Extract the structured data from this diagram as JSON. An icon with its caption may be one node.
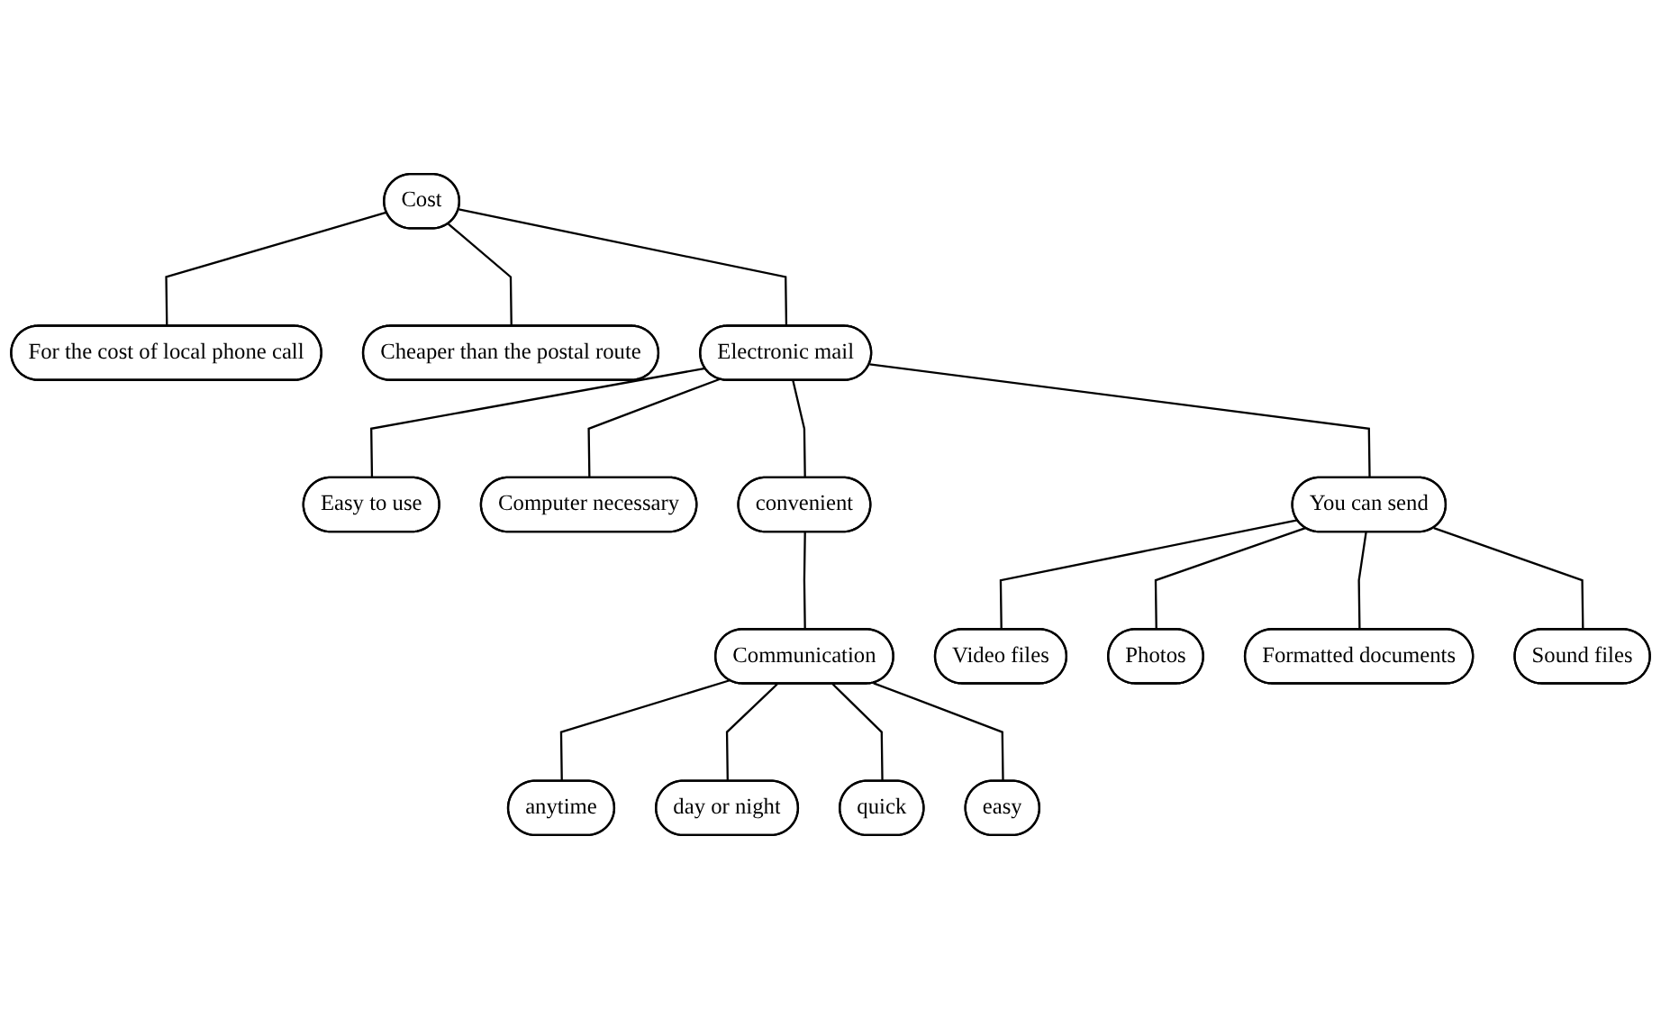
{
  "diagram": {
    "nodes": [
      {
        "text": [
          "For the cost of local phone call"
        ]
      },
      {
        "text": [
          "Cheaper than the postal route"
        ]
      },
      {
        "text": [
          "Cost"
        ]
      },
      {
        "text": [
          "Electronic mail"
        ]
      },
      {
        "text": [
          "Easy to use"
        ]
      },
      {
        "text": [
          "Computer necessary"
        ]
      },
      {
        "text": [
          "anytime"
        ]
      },
      {
        "text": [
          "day or night"
        ]
      },
      {
        "text": [
          "convenient"
        ]
      },
      {
        "text": [
          "Communication"
        ]
      },
      {
        "text": [
          "You can send"
        ]
      },
      {
        "text": [
          "Video files"
        ]
      },
      {
        "text": [
          "Photos"
        ]
      },
      {
        "text": [
          "quick"
        ]
      },
      {
        "text": [
          "easy"
        ]
      },
      {
        "text": [
          "Formatted documents"
        ]
      },
      {
        "text": [
          "Sound files"
        ]
      }
    ],
    "edges": [
      {
        "from": 2,
        "to": 0,
        "arrow": "none"
      },
      {
        "from": 2,
        "to": 1,
        "arrow": "none"
      },
      {
        "from": 2,
        "to": 3,
        "arrow": "none"
      },
      {
        "from": 3,
        "to": 4,
        "arrow": "none"
      },
      {
        "from": 3,
        "to": 5,
        "arrow": "none"
      },
      {
        "from": 3,
        "to": 8,
        "arrow": "none"
      },
      {
        "from": 8,
        "to": 9,
        "arrow": "none"
      },
      {
        "from": 9,
        "to": 6,
        "arrow": "none"
      },
      {
        "from": 9,
        "to": 7,
        "arrow": "none"
      },
      {
        "from": 9,
        "to": 13,
        "arrow": "none"
      },
      {
        "from": 9,
        "to": 14,
        "arrow": "none"
      },
      {
        "from": 3,
        "to": 10,
        "arrow": "none"
      },
      {
        "from": 10,
        "to": 11,
        "arrow": "none"
      },
      {
        "from": 10,
        "to": 12,
        "arrow": "none"
      },
      {
        "from": 10,
        "to": 15,
        "arrow": "none"
      },
      {
        "from": 10,
        "to": 16,
        "arrow": "none"
      }
    ]
  }
}
